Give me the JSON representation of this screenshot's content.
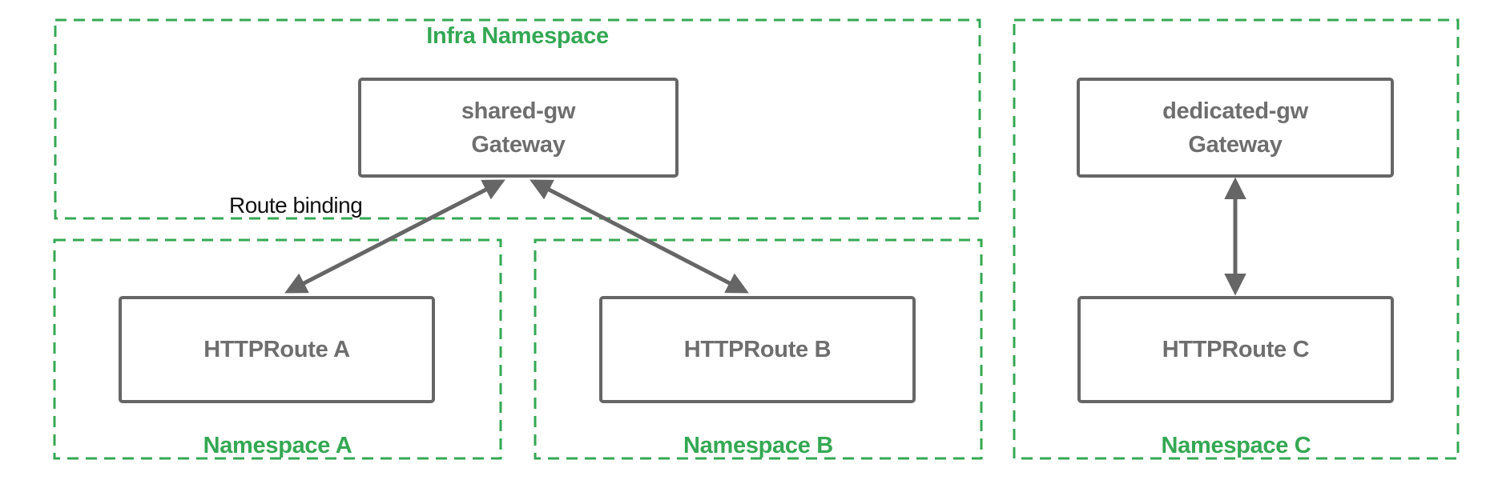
{
  "colors": {
    "namespace_green": "#34A853",
    "node_gray": "#666666",
    "node_text_gray": "#6e6e6e",
    "annotation_black": "#111111"
  },
  "infra_namespace": {
    "label": "Infra Namespace",
    "gateway": {
      "line1": "shared-gw",
      "line2": "Gateway"
    }
  },
  "namespace_a": {
    "label": "Namespace A",
    "route": "HTTPRoute A"
  },
  "namespace_b": {
    "label": "Namespace B",
    "route": "HTTPRoute B"
  },
  "namespace_c": {
    "label": "Namespace C",
    "gateway": {
      "line1": "dedicated-gw",
      "line2": "Gateway"
    },
    "route": "HTTPRoute C"
  },
  "annotations": {
    "route_binding": "Route binding"
  }
}
